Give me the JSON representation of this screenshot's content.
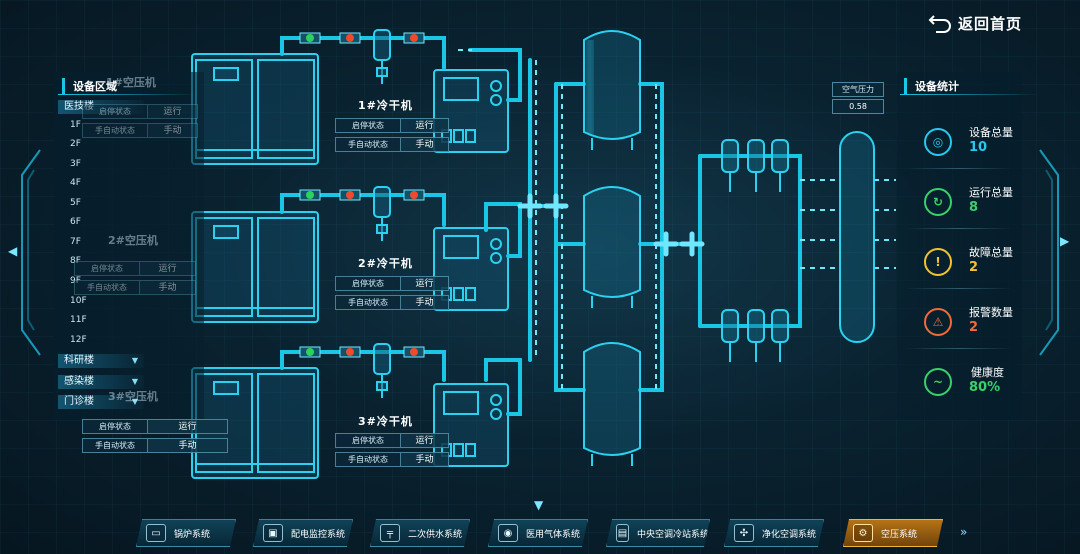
{
  "header": {
    "back_label": "返回首页"
  },
  "left_panel": {
    "title": "设备区域",
    "buildings": [
      {
        "label": "医技楼",
        "expanded": true
      },
      {
        "label": "科研楼",
        "expanded": false
      },
      {
        "label": "感染楼",
        "expanded": false
      },
      {
        "label": "门诊楼",
        "expanded": false
      }
    ],
    "floors": [
      "1F",
      "2F",
      "3F",
      "4F",
      "5F",
      "6F",
      "7F",
      "8F",
      "9F",
      "10F",
      "11F",
      "12F"
    ]
  },
  "compressors": [
    {
      "title": "1#空压机",
      "status_label": "启停状态",
      "status_value": "运行",
      "mode_label": "手自动状态",
      "mode_value": "手动"
    },
    {
      "title": "2#空压机",
      "status_label": "启停状态",
      "status_value": "运行",
      "mode_label": "手自动状态",
      "mode_value": "手动"
    },
    {
      "title": "3#空压机",
      "status_label": "启停状态",
      "status_value": "运行",
      "mode_label": "手自动状态",
      "mode_value": "手动"
    }
  ],
  "dryers": [
    {
      "title": "1#冷干机",
      "status_label": "启停状态",
      "status_value": "运行",
      "mode_label": "手自动状态",
      "mode_value": "手动"
    },
    {
      "title": "2#冷干机",
      "status_label": "启停状态",
      "status_value": "运行",
      "mode_label": "手自动状态",
      "mode_value": "手动"
    },
    {
      "title": "3#冷干机",
      "status_label": "启停状态",
      "status_value": "运行",
      "mode_label": "手自动状态",
      "mode_value": "手动"
    }
  ],
  "pressure": {
    "label": "空气压力",
    "value": "0.58"
  },
  "stats": {
    "title": "设备统计",
    "items": [
      {
        "label": "设备总量",
        "value": "10",
        "color": "#28c8f0",
        "icon": "target-icon"
      },
      {
        "label": "运行总量",
        "value": "8",
        "color": "#3ad06a",
        "icon": "cycle-icon"
      },
      {
        "label": "故障总量",
        "value": "2",
        "color": "#f2c230",
        "icon": "warning-box-icon"
      },
      {
        "label": "报警数量",
        "value": "2",
        "color": "#f06a3a",
        "icon": "alarm-icon"
      },
      {
        "label": "健康度",
        "value": "80%",
        "color": "#3ad06a",
        "icon": "heartbeat-icon"
      }
    ]
  },
  "nav": {
    "items": [
      {
        "label": "锅炉系统",
        "icon": "boiler-icon",
        "active": false
      },
      {
        "label": "配电监控系统",
        "icon": "power-icon",
        "active": false
      },
      {
        "label": "二次供水系统",
        "icon": "water-icon",
        "active": false
      },
      {
        "label": "医用气体系统",
        "icon": "gas-icon",
        "active": false
      },
      {
        "label": "中央空调冷站系统",
        "icon": "hvac-icon",
        "active": false
      },
      {
        "label": "净化空调系统",
        "icon": "fan-icon",
        "active": false
      },
      {
        "label": "空压系统",
        "icon": "compressor-icon",
        "active": true
      }
    ]
  },
  "colors": {
    "pipe": "#19c6e6",
    "valve_green": "#2bd35a",
    "valve_red": "#ef4a2a",
    "accent": "#18c8e8",
    "active_tab": "#e8a020"
  }
}
